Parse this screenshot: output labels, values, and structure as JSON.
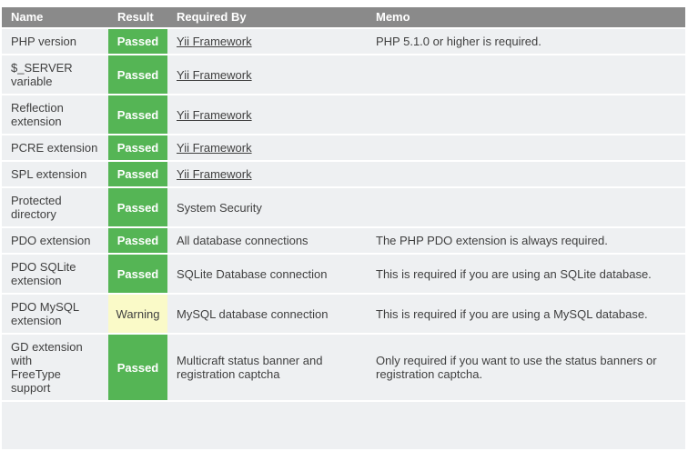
{
  "colors": {
    "header_bg": "#8a8a8a",
    "header_text": "#ffffff",
    "row_bg": "#eef0f2",
    "passed_bg": "#55b555",
    "warning_bg": "#fafac8",
    "body_text": "#404040"
  },
  "table": {
    "headers": [
      "Name",
      "Result",
      "Required By",
      "Memo"
    ],
    "rows": [
      {
        "name": "PHP version",
        "result": "Passed",
        "status": "passed",
        "required_by": "Yii Framework",
        "required_by_link": true,
        "memo": "PHP 5.1.0 or higher is required."
      },
      {
        "name": "$_SERVER\nvariable",
        "result": "Passed",
        "status": "passed",
        "required_by": "Yii Framework",
        "required_by_link": true,
        "memo": ""
      },
      {
        "name": "Reflection\nextension",
        "result": "Passed",
        "status": "passed",
        "required_by": "Yii Framework",
        "required_by_link": true,
        "memo": ""
      },
      {
        "name": "PCRE extension",
        "result": "Passed",
        "status": "passed",
        "required_by": "Yii Framework",
        "required_by_link": true,
        "memo": ""
      },
      {
        "name": "SPL extension",
        "result": "Passed",
        "status": "passed",
        "required_by": "Yii Framework",
        "required_by_link": true,
        "memo": ""
      },
      {
        "name": "Protected\ndirectory",
        "result": "Passed",
        "status": "passed",
        "required_by": "System Security",
        "required_by_link": false,
        "memo": ""
      },
      {
        "name": "PDO extension",
        "result": "Passed",
        "status": "passed",
        "required_by": "All database connections",
        "required_by_link": false,
        "memo": "The PHP PDO extension is always required."
      },
      {
        "name": "PDO SQLite\nextension",
        "result": "Passed",
        "status": "passed",
        "required_by": "SQLite Database connection",
        "required_by_link": false,
        "memo": "This is required if you are using an SQLite database."
      },
      {
        "name": "PDO MySQL\nextension",
        "result": "Warning",
        "status": "warning",
        "required_by": "MySQL database connection",
        "required_by_link": false,
        "memo": "This is required if you are using a MySQL database."
      },
      {
        "name": "GD extension\nwith\nFreeType\nsupport",
        "result": "Passed",
        "status": "passed",
        "required_by": "Multicraft status banner and registration captcha",
        "required_by_link": false,
        "memo": "Only required if you want to use the status banners or registration captcha."
      }
    ]
  }
}
